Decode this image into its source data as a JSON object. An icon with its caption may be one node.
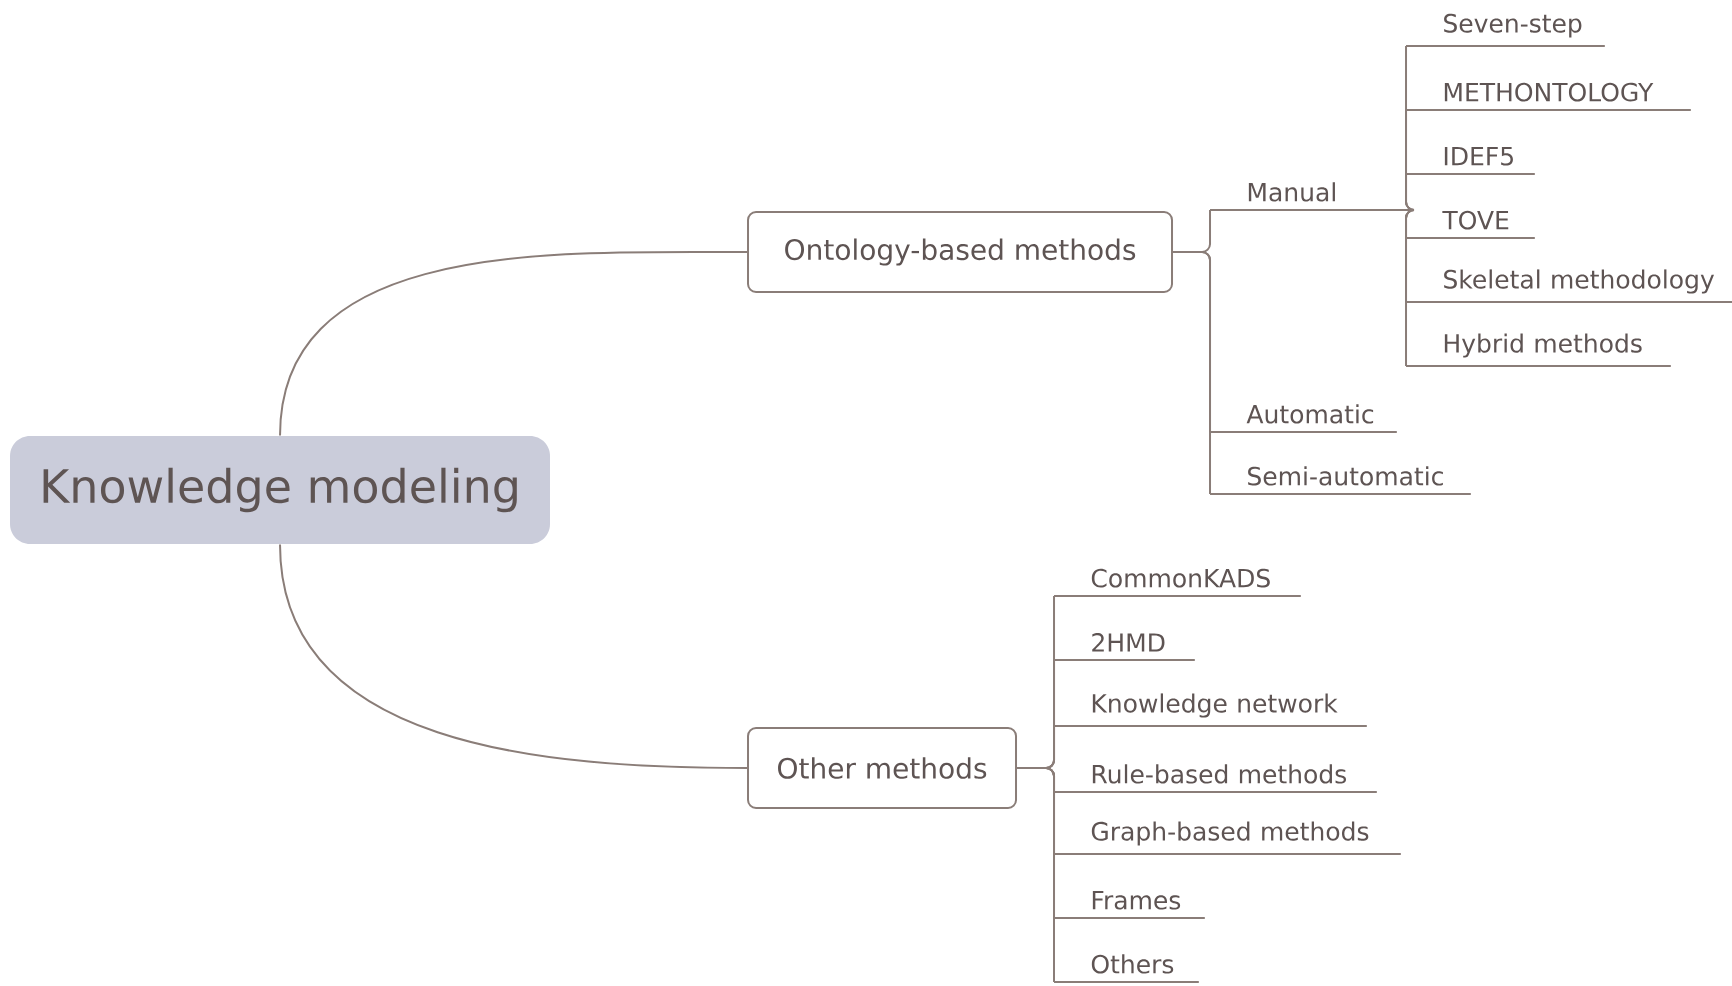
{
  "diagram": {
    "nodes": [
      {
        "text": [
          "Knowledge modeling"
        ]
      },
      {
        "text": [
          "Ontology-based methods"
        ]
      },
      {
        "text": [
          "Manual"
        ]
      },
      {
        "text": [
          "Seven-step"
        ]
      },
      {
        "text": [
          "METHONTOLOGY"
        ]
      },
      {
        "text": [
          "IDEF5"
        ]
      },
      {
        "text": [
          "TOVE"
        ]
      },
      {
        "text": [
          "Skeletal methodology"
        ]
      },
      {
        "text": [
          "Hybrid methods"
        ]
      },
      {
        "text": [
          "Automatic"
        ]
      },
      {
        "text": [
          "Semi-automatic"
        ]
      },
      {
        "text": [
          "Other methods"
        ]
      },
      {
        "text": [
          "CommonKADS"
        ]
      },
      {
        "text": [
          "2HMD"
        ]
      },
      {
        "text": [
          "Knowledge network"
        ]
      },
      {
        "text": [
          "Rule-based methods"
        ]
      },
      {
        "text": [
          "Graph-based methods"
        ]
      },
      {
        "text": [
          "Frames"
        ]
      },
      {
        "text": [
          "Others"
        ]
      }
    ],
    "edges": [
      {
        "from": 0,
        "to": 1,
        "arrow": "none"
      },
      {
        "from": 1,
        "to": 2,
        "arrow": "none"
      },
      {
        "from": 2,
        "to": 3,
        "arrow": "none"
      },
      {
        "from": 2,
        "to": 4,
        "arrow": "none"
      },
      {
        "from": 2,
        "to": 5,
        "arrow": "none"
      },
      {
        "from": 2,
        "to": 6,
        "arrow": "none"
      },
      {
        "from": 2,
        "to": 7,
        "arrow": "none"
      },
      {
        "from": 2,
        "to": 8,
        "arrow": "none"
      },
      {
        "from": 1,
        "to": 9,
        "arrow": "none"
      },
      {
        "from": 1,
        "to": 10,
        "arrow": "none"
      },
      {
        "from": 0,
        "to": 11,
        "arrow": "none"
      },
      {
        "from": 11,
        "to": 12,
        "arrow": "none"
      },
      {
        "from": 11,
        "to": 13,
        "arrow": "none"
      },
      {
        "from": 11,
        "to": 14,
        "arrow": "none"
      },
      {
        "from": 11,
        "to": 15,
        "arrow": "none"
      },
      {
        "from": 11,
        "to": 16,
        "arrow": "none"
      },
      {
        "from": 11,
        "to": 17,
        "arrow": "none"
      },
      {
        "from": 11,
        "to": 18,
        "arrow": "none"
      }
    ]
  }
}
